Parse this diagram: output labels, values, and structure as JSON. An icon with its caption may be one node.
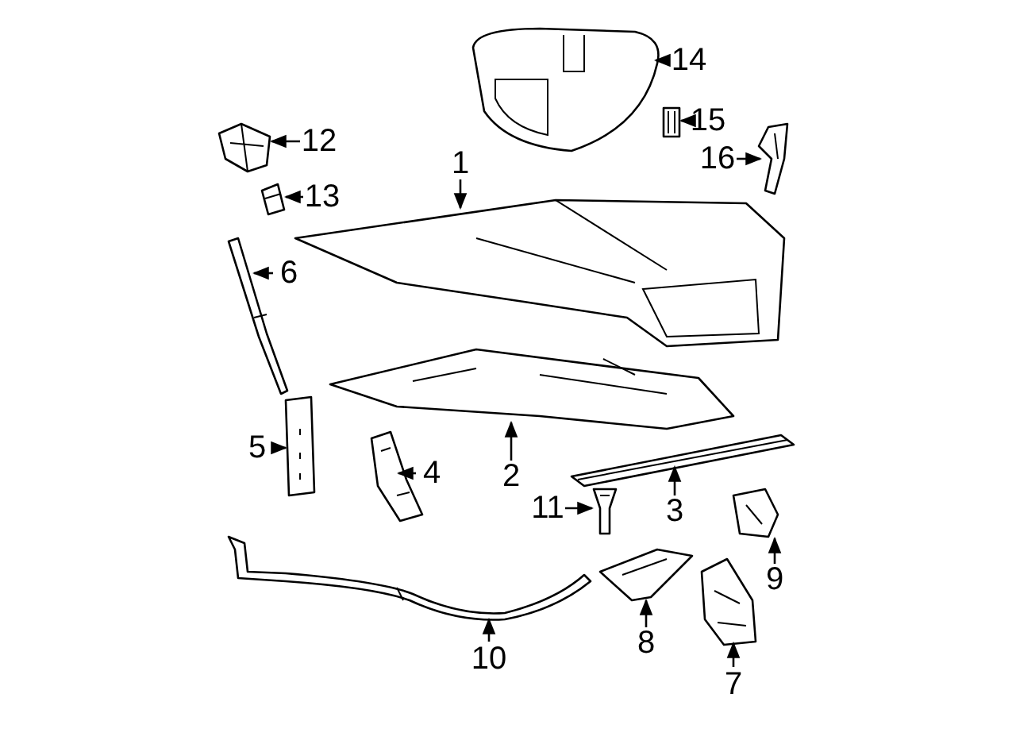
{
  "diagram": {
    "nodes": [
      {
        "text": [
          "14"
        ]
      },
      {
        "text": [],
        "shape": "picture"
      },
      {
        "text": [
          "15"
        ]
      },
      {
        "text": [],
        "shape": "picture"
      },
      {
        "text": [
          "12"
        ]
      },
      {
        "text": [],
        "shape": "picture"
      },
      {
        "text": [
          "1"
        ]
      },
      {
        "text": [],
        "shape": "picture"
      },
      {
        "text": [
          "13"
        ]
      },
      {
        "text": [],
        "shape": "picture"
      },
      {
        "text": [
          "16"
        ]
      },
      {
        "text": [],
        "shape": "picture"
      },
      {
        "text": [
          "6"
        ]
      },
      {
        "text": [],
        "shape": "picture"
      },
      {
        "text": [
          "5"
        ]
      },
      {
        "text": [],
        "shape": "picture"
      },
      {
        "text": [
          "4"
        ]
      },
      {
        "text": [],
        "shape": "picture"
      },
      {
        "text": [
          "2"
        ]
      },
      {
        "text": [],
        "shape": "picture"
      },
      {
        "text": [
          "3"
        ]
      },
      {
        "text": [],
        "shape": "picture"
      },
      {
        "text": [
          "11"
        ]
      },
      {
        "text": [],
        "shape": "picture"
      },
      {
        "text": [
          "9"
        ]
      },
      {
        "text": [],
        "shape": "picture"
      },
      {
        "text": [
          "8"
        ]
      },
      {
        "text": [],
        "shape": "picture"
      },
      {
        "text": [
          "10"
        ]
      },
      {
        "text": [],
        "shape": "picture"
      },
      {
        "text": [
          "7"
        ]
      },
      {
        "text": [],
        "shape": "picture"
      }
    ],
    "edges": [
      {
        "from": 0,
        "to": 1,
        "arrow": "to"
      },
      {
        "from": 2,
        "to": 3,
        "arrow": "to"
      },
      {
        "from": 4,
        "to": 5,
        "arrow": "to"
      },
      {
        "from": 6,
        "to": 7,
        "arrow": "to"
      },
      {
        "from": 8,
        "to": 9,
        "arrow": "to"
      },
      {
        "from": 10,
        "to": 11,
        "arrow": "to"
      },
      {
        "from": 12,
        "to": 13,
        "arrow": "to"
      },
      {
        "from": 14,
        "to": 15,
        "arrow": "to"
      },
      {
        "from": 16,
        "to": 17,
        "arrow": "to"
      },
      {
        "from": 18,
        "to": 19,
        "arrow": "to"
      },
      {
        "from": 20,
        "to": 21,
        "arrow": "to"
      },
      {
        "from": 22,
        "to": 23,
        "arrow": "to"
      },
      {
        "from": 24,
        "to": 25,
        "arrow": "to"
      },
      {
        "from": 26,
        "to": 27,
        "arrow": "to"
      },
      {
        "from": 28,
        "to": 29,
        "arrow": "to"
      },
      {
        "from": 30,
        "to": 31,
        "arrow": "to"
      }
    ]
  }
}
